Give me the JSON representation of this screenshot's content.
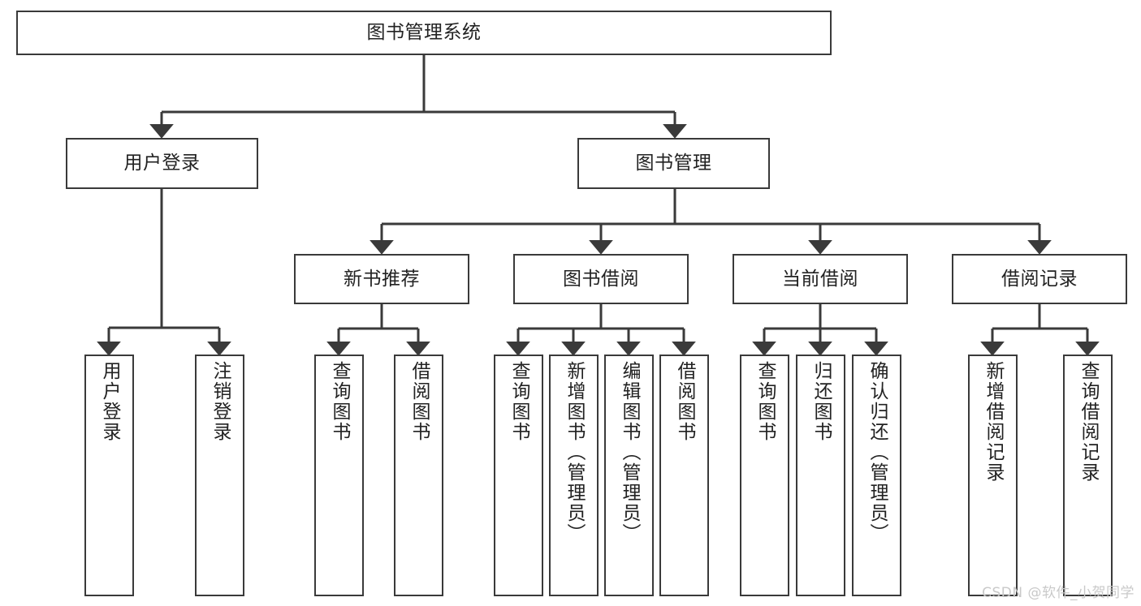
{
  "diagram": {
    "type": "tree",
    "title": "图书管理系统",
    "style": {
      "box_border_color": "#3a3a3a",
      "box_fill_color": "#ffffff",
      "text_color": "#222222",
      "edge_color": "#3a3a3a",
      "background": "#ffffff"
    },
    "root": {
      "id": "root",
      "label": "图书管理系统"
    },
    "level2": [
      {
        "id": "user-login",
        "label": "用户登录"
      },
      {
        "id": "book-manage",
        "label": "图书管理"
      }
    ],
    "level3": [
      {
        "id": "new-book-recommend",
        "label": "新书推荐"
      },
      {
        "id": "book-borrow",
        "label": "图书借阅"
      },
      {
        "id": "current-borrow",
        "label": "当前借阅"
      },
      {
        "id": "borrow-record",
        "label": "借阅记录"
      }
    ],
    "leaves": [
      {
        "id": "leaf-user-login",
        "label": "用户登录",
        "parent": "user-login"
      },
      {
        "id": "leaf-user-logout",
        "label": "注销登录",
        "parent": "user-login"
      },
      {
        "id": "leaf-query-book-1",
        "label": "查询图书",
        "parent": "new-book-recommend"
      },
      {
        "id": "leaf-borrow-book-1",
        "label": "借阅图书",
        "parent": "new-book-recommend"
      },
      {
        "id": "leaf-query-book-2",
        "label": "查询图书",
        "parent": "book-borrow"
      },
      {
        "id": "leaf-add-book",
        "label": "新增图书（管理员）",
        "parent": "book-borrow"
      },
      {
        "id": "leaf-edit-book",
        "label": "编辑图书（管理员）",
        "parent": "book-borrow"
      },
      {
        "id": "leaf-borrow-book-2",
        "label": "借阅图书",
        "parent": "book-borrow"
      },
      {
        "id": "leaf-query-book-3",
        "label": "查询图书",
        "parent": "current-borrow"
      },
      {
        "id": "leaf-return-book",
        "label": "归还图书",
        "parent": "current-borrow"
      },
      {
        "id": "leaf-confirm-return",
        "label": "确认归还（管理员）",
        "parent": "current-borrow"
      },
      {
        "id": "leaf-add-record",
        "label": "新增借阅记录",
        "parent": "borrow-record"
      },
      {
        "id": "leaf-query-record",
        "label": "查询借阅记录",
        "parent": "borrow-record"
      }
    ]
  },
  "watermark": {
    "text": "CSDN @软件_小贺同学"
  }
}
